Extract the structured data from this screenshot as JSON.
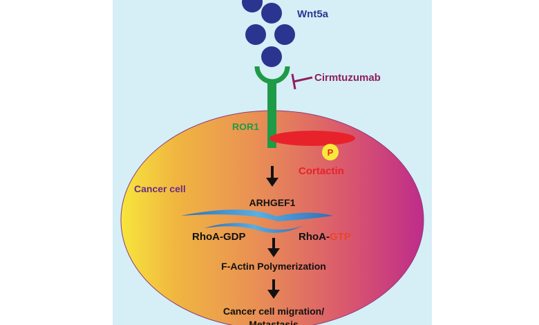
{
  "labels": {
    "ligand": "Wnt5a",
    "antibody": "Cirmtuzumab",
    "receptor": "ROR1",
    "phospho": "P",
    "cortactin": "Cortactin",
    "cell": "Cancer cell",
    "gef": "ARHGEF1",
    "rhoa_gdp": "RhoA-GDP",
    "rhoa_gtp_prefix": "RhoA-",
    "rhoa_gtp_suffix": "GTP",
    "actin": "F-Actin Polymerization",
    "migration_line1": "Cancer cell migration/",
    "migration_line2": "Metastasis"
  },
  "colors": {
    "background": "#d6eef6",
    "wnt5a": "#2b3590",
    "receptor": "#1f9a46",
    "antibody": "#8e1f5e",
    "cortactin": "#e8222a",
    "phospho_fill": "#f7e93a",
    "cell_left": "#f7e63c",
    "cell_mid": "#e98f55",
    "cell_right": "#be2c8a",
    "cell_label": "#6a2c86",
    "arrow": "#111111",
    "exchange": "#3f8fce",
    "text": "#111111",
    "gtp": "#e8462a"
  }
}
